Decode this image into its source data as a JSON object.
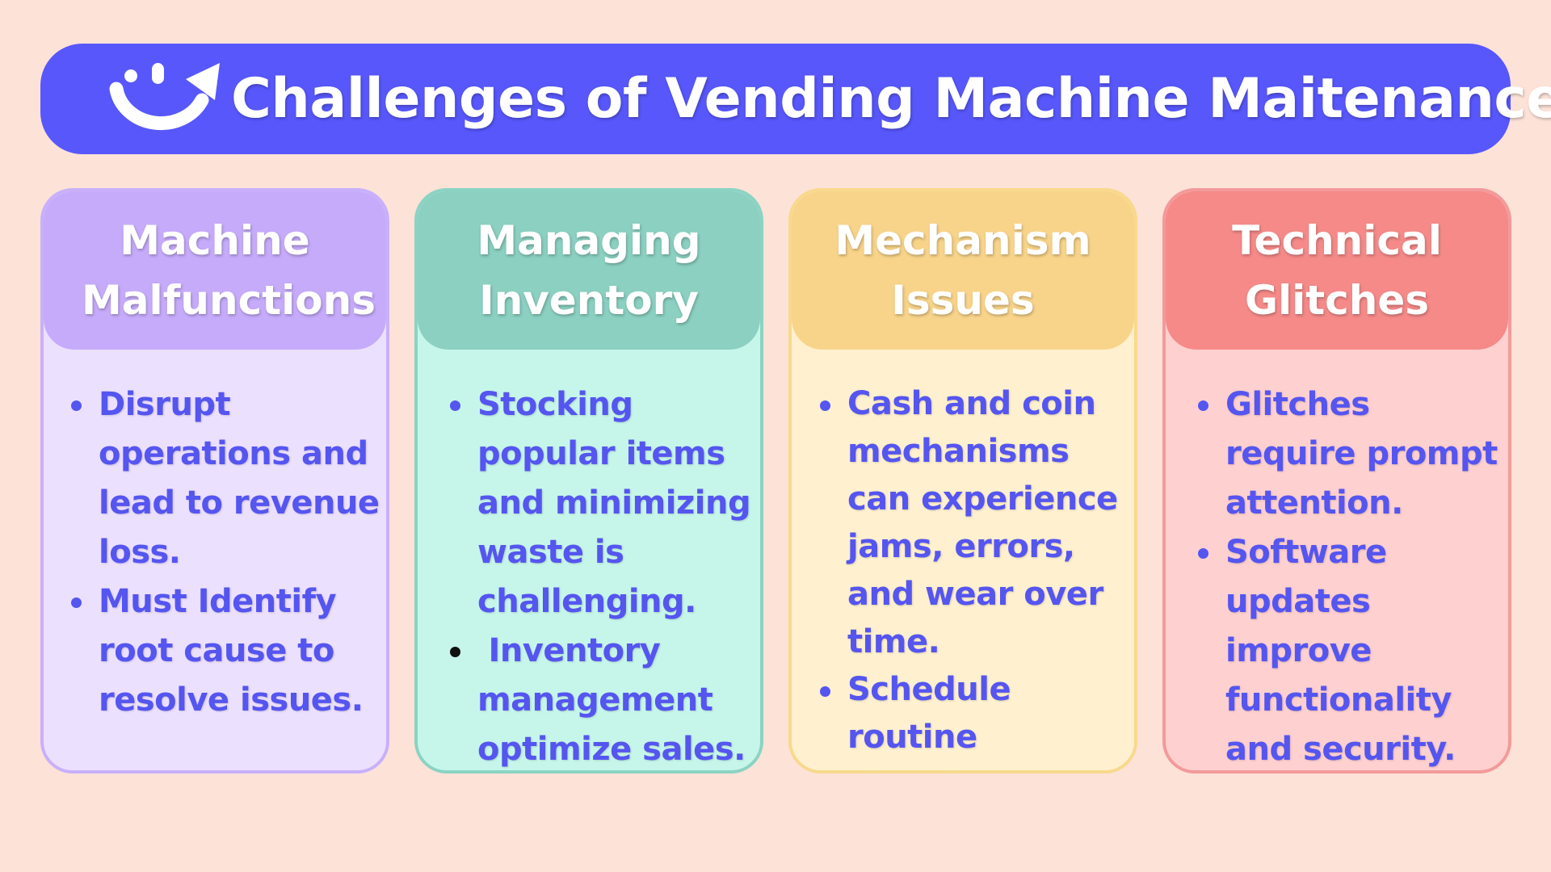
{
  "header": {
    "title": "Challenges of Vending Machine Maitenance",
    "logo_icon": "smile-arrow-icon"
  },
  "colors": {
    "background": "#fde2d8",
    "header": "#5757fb",
    "bullet_text": "#5555f0",
    "card1": "#c6abfb",
    "card2": "#8bd0c1",
    "card3": "#f8d48a",
    "card4": "#f58a89"
  },
  "cards": [
    {
      "title": "Machine Malfunctions",
      "bullets": [
        "Disrupt operations and lead to revenue loss.",
        "Must Identify root cause to resolve issues."
      ]
    },
    {
      "title": "Managing Inventory",
      "bullets": [
        "Stocking popular items and minimizing waste is challenging.",
        " Inventory management optimize sales."
      ]
    },
    {
      "title": "Mechanism Issues",
      "bullets": [
        "Cash and coin mechanisms can experience jams, errors, and wear over time.",
        "Schedule routine cleaning"
      ]
    },
    {
      "title": "Technical Glitches",
      "bullets": [
        "Glitches require prompt attention.",
        "Software updates improve functionality and security."
      ]
    }
  ]
}
